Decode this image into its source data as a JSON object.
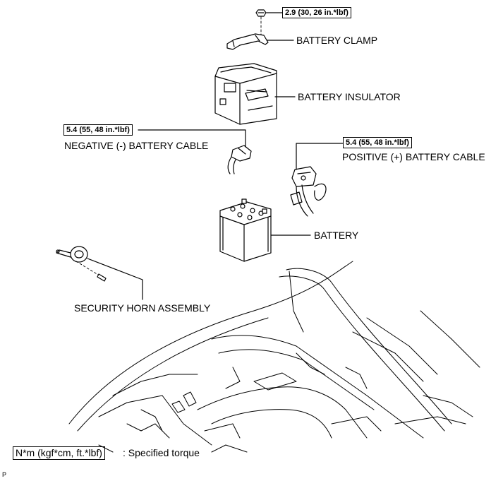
{
  "labels": {
    "battery_clamp": "BATTERY CLAMP",
    "battery_insulator": "BATTERY INSULATOR",
    "negative_cable": "NEGATIVE (-) BATTERY CABLE",
    "positive_cable": "POSITIVE (+) BATTERY CABLE",
    "battery": "BATTERY",
    "security_horn": "SECURITY HORN ASSEMBLY"
  },
  "torques": {
    "clamp_nut": "2.9 (30, 26 in.*lbf)",
    "negative_terminal": "5.4 (55, 48 in.*lbf)",
    "positive_terminal": "5.4 (55, 48 in.*lbf)"
  },
  "legend": {
    "unit_box": "N*m (kgf*cm, ft.*lbf)",
    "description": ": Specified torque"
  },
  "figure_code": "P"
}
